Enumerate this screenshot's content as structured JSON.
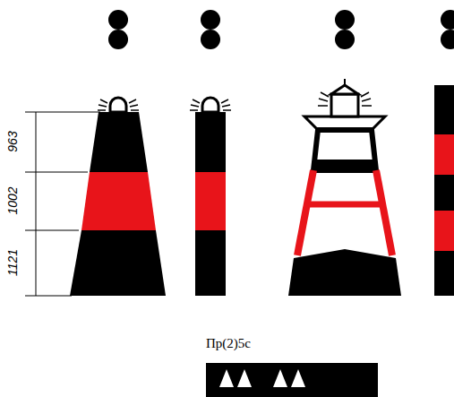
{
  "diagram": {
    "labels": [
      "963",
      "1002",
      "1121",
      "Пр(2)5с"
    ]
  }
}
